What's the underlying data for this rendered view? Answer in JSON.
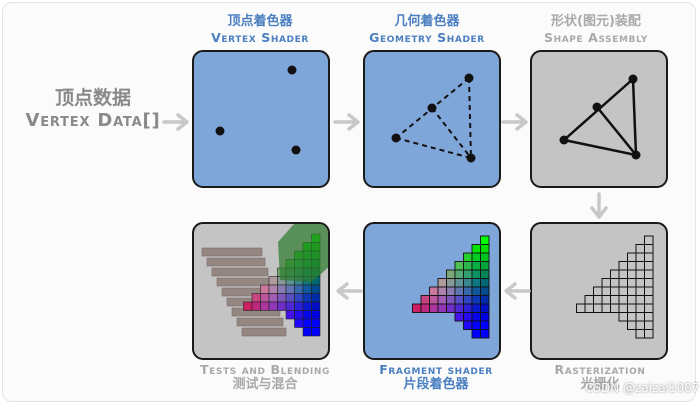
{
  "input": {
    "zh": "顶点数据",
    "en": "Vertex Data[]"
  },
  "stages": [
    {
      "zh": "顶点着色器",
      "en": "Vertex Shader"
    },
    {
      "zh": "几何着色器",
      "en": "Geometry Shader"
    },
    {
      "zh": "形状(图元)装配",
      "en": "Shape Assembly"
    },
    {
      "zh": "光栅化",
      "en": "Rasterization"
    },
    {
      "zh": "片段着色器",
      "en": "Fragment shader"
    },
    {
      "zh": "测试与混合",
      "en": "Tests and Blending"
    }
  ],
  "watermark": "CSDN @zaizai1007",
  "colors": {
    "programmable_box": "#7fa6d9",
    "fixed_box": "#c4c4c4",
    "programmable_label": "#4a7fc1",
    "fixed_label": "#a9a9a9",
    "arrow": "#c8c8c8"
  }
}
